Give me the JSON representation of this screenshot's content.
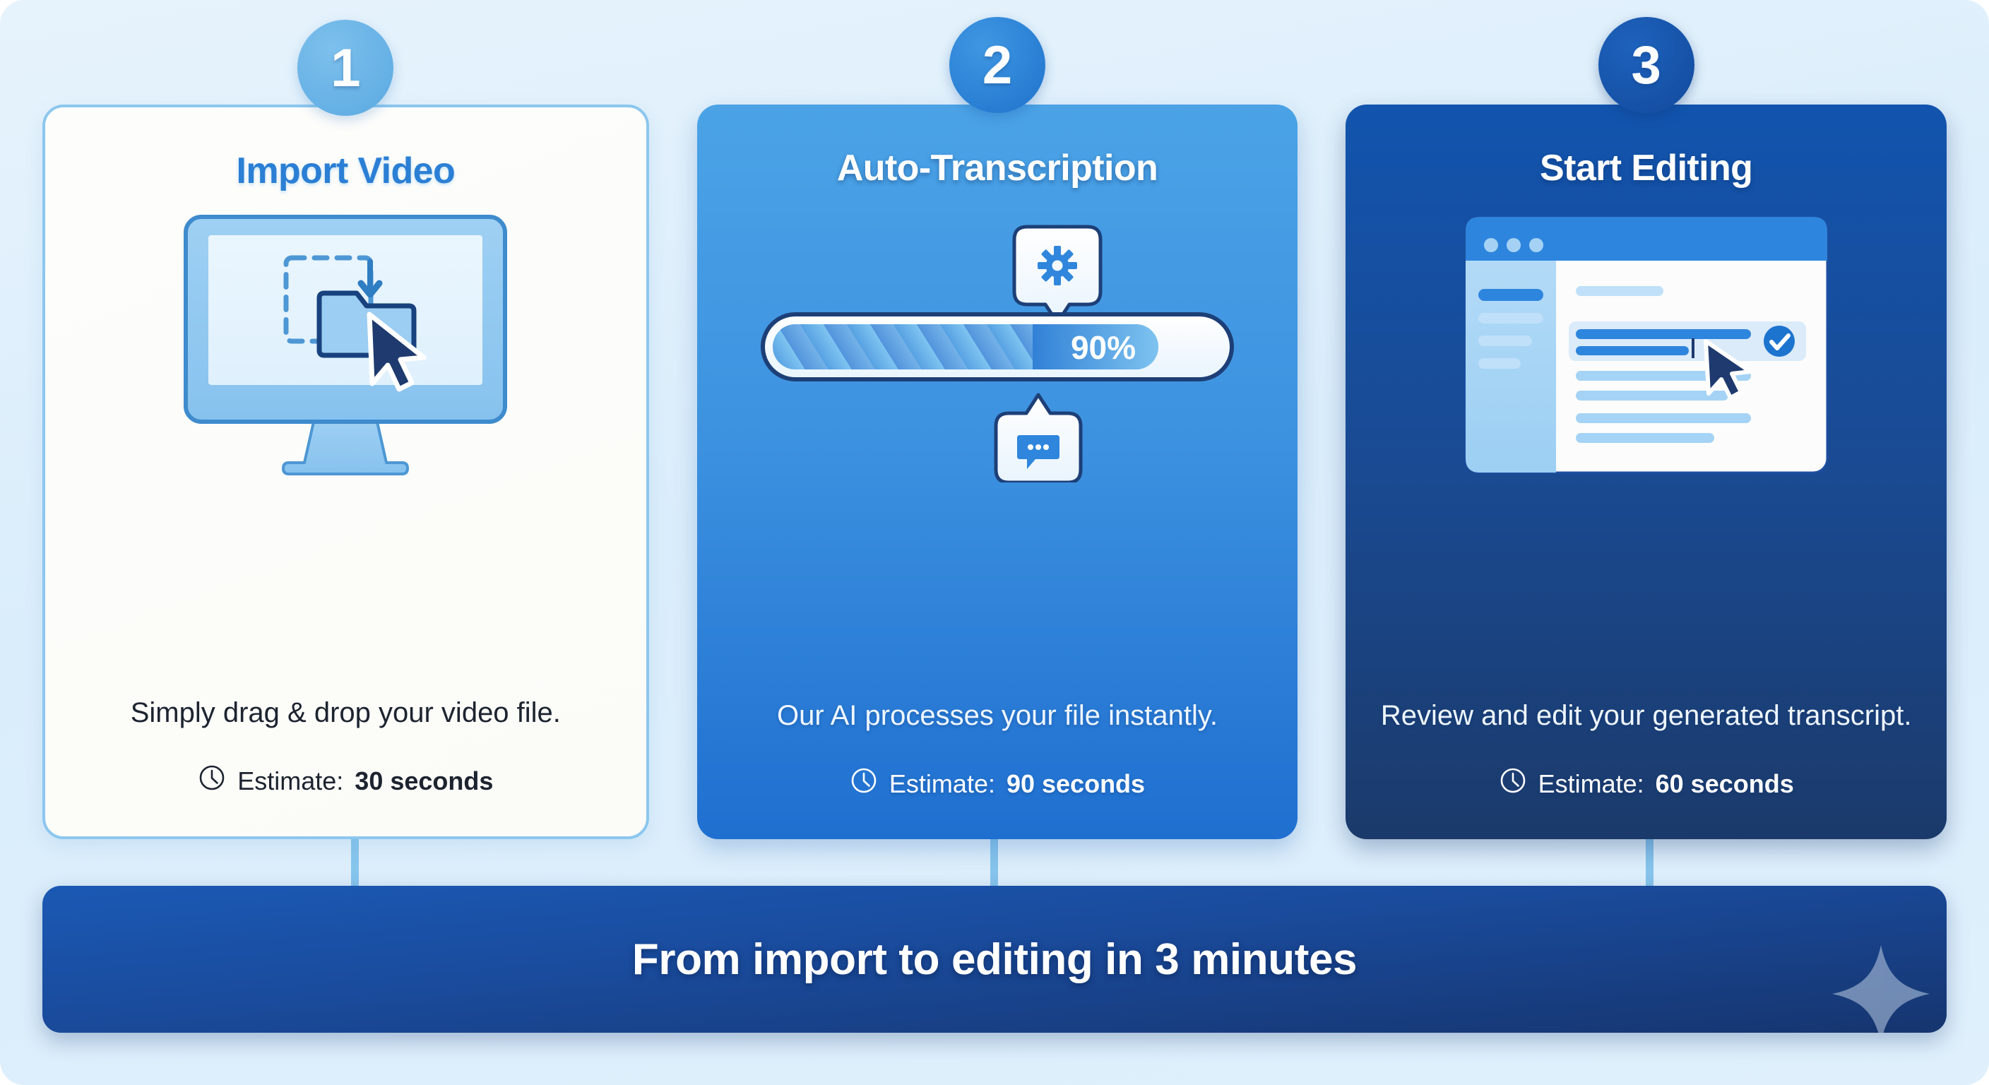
{
  "theme": {
    "page_background": "#dceefb",
    "accent_light": "#86c4ec",
    "accent_blue": "#2b7fd4",
    "accent_deep": "#1254ae",
    "navy": "#16356f",
    "card1_title_color": "#2b7fd4"
  },
  "steps": [
    {
      "number": "1",
      "title": "Import Video",
      "description": "Simply drag & drop your video file.",
      "estimate_label": "Estimate:",
      "estimate_value": "30 seconds",
      "icon": "clock-icon",
      "illustration": "monitor-drag-drop-folder-illustration"
    },
    {
      "number": "2",
      "title": "Auto-Transcription",
      "description": "Our AI processes your file instantly.",
      "estimate_label": "Estimate:",
      "estimate_value": "90 seconds",
      "icon": "clock-icon",
      "illustration": "progress-bar-illustration",
      "progress": {
        "percent_label": "90%",
        "percent_value": 90,
        "tooltip_top_icon": "gear-icon",
        "tooltip_bottom_icon": "chat-bubble-icon"
      }
    },
    {
      "number": "3",
      "title": "Start Editing",
      "description": "Review and edit your generated transcript.",
      "estimate_label": "Estimate:",
      "estimate_value": "60 seconds",
      "icon": "clock-icon",
      "illustration": "transcript-editor-window-illustration"
    }
  ],
  "banner": {
    "text": "From import to editing in 3 minutes",
    "decoration_icon": "sparkle-icon"
  }
}
